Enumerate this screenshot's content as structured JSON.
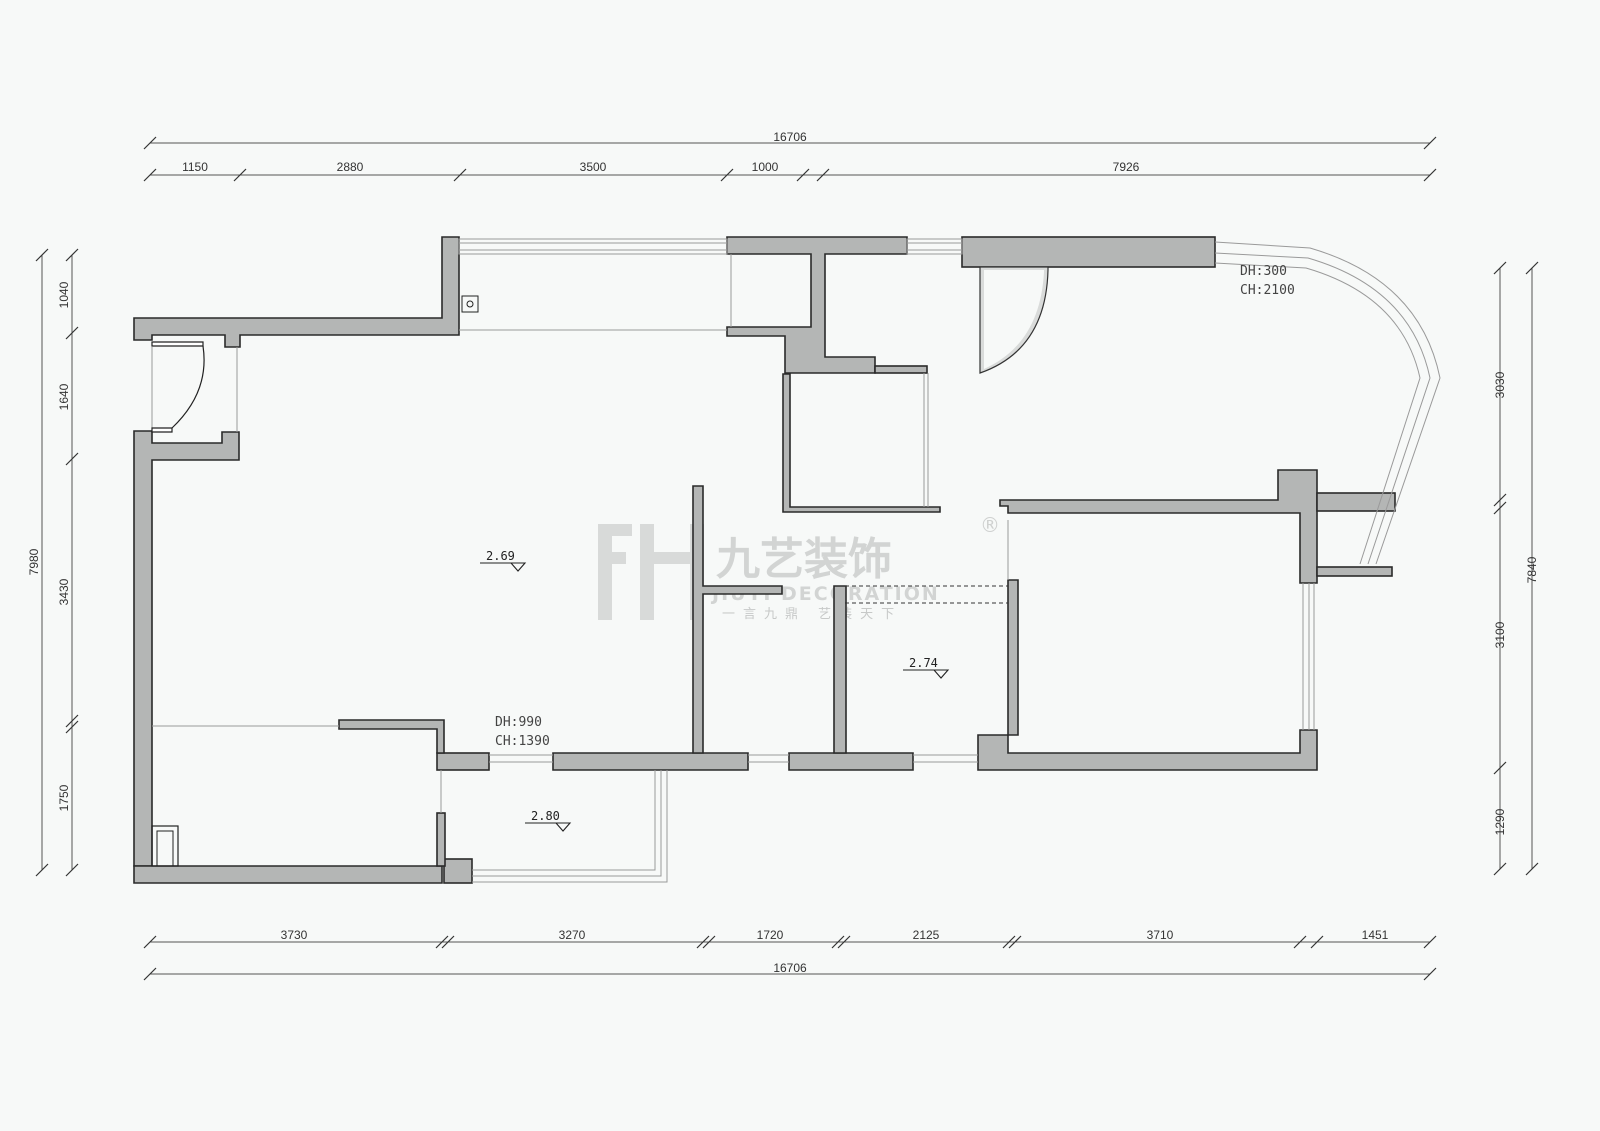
{
  "dimensions": {
    "top_total": "16706",
    "top_segments": [
      "1150",
      "2880",
      "3500",
      "1000",
      "7926"
    ],
    "bottom_segments": [
      "3730",
      "3270",
      "1720",
      "2125",
      "3710",
      "1451"
    ],
    "bottom_total": "16706",
    "left_total": "7980",
    "left_segments": [
      "1040",
      "1640",
      "3430",
      "1750"
    ],
    "right_total": "7840",
    "right_segments": [
      "3030",
      "3100",
      "1290"
    ]
  },
  "annotations": {
    "window_top_dh": "DH:300",
    "window_top_ch": "CH:2100",
    "window_bottom_dh": "DH:990",
    "window_bottom_ch": "CH:1390"
  },
  "levels": [
    "2.69",
    "2.74",
    "2.80"
  ],
  "watermark": {
    "brand_cn": "九艺装饰",
    "brand_en": "JIUYI DECORATION",
    "slogan": "一言九鼎 艺装天下",
    "registered": "®"
  }
}
